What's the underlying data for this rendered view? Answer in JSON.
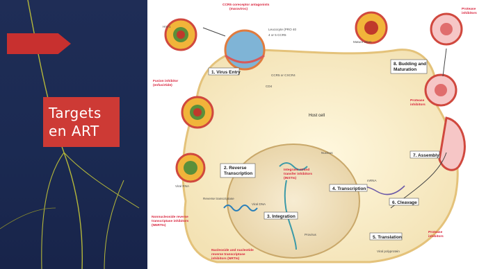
{
  "slide": {
    "title_line1": "Targets",
    "title_line2": "en ART",
    "colors": {
      "left_panel": "#1f2d56",
      "accent_red": "#cd3a35",
      "vine_green": "#b5b83a"
    }
  },
  "diagram": {
    "steps": {
      "s1": "1. Virus Entry",
      "s2a": "2. Reverse",
      "s2b": "Transcription",
      "s3": "3. Integration",
      "s4": "4. Transcription",
      "s5": "5. Translation",
      "s6": "6. Cleavage",
      "s7": "7. Assembly",
      "s8a": "8. Budding and",
      "s8b": "Maturation"
    },
    "labels": {
      "host_cell": "Host cell",
      "nucleus": "Nucleus",
      "ccr5_a": "CCR5 coreceptor antagonists",
      "ccr5_b": "(maraviroc)",
      "leucocyte_a": "Leucocyte (PRO 40",
      "leucocyte_b": "4 or 5 CCR5",
      "fusion_a": "Fusion inhibitor",
      "fusion_b": "(enfuvirtide)",
      "protease_1a": "Protease",
      "protease_1b": "inhibitors",
      "protease_2a": "Protease",
      "protease_2b": "inhibitors",
      "protease_3a": "Protease",
      "protease_3b": "inhibitors",
      "integrase_a": "Integrase strand",
      "integrase_b": "transfer inhibitors",
      "integrase_c": "(INSTIs)",
      "nnrti_a": "Nonnucleoside reverse",
      "nnrti_b": "transcriptase inhibitors",
      "nnrti_c": "(NNRTIs)",
      "nrti_a": "Nucleoside and nucleotide",
      "nrti_b": "reverse transcriptase",
      "nrti_c": "inhibitors (NRTIs)",
      "hiv": "HIV-1",
      "cd4": "CD4",
      "ccr5": "CCR5 or CXCR4",
      "viral_rna": "Viral RNA",
      "viral_dna": "Viral DNA",
      "provirus": "Provirus",
      "mrna": "mRNA",
      "reverse_tx": "Reverse transcriptase",
      "polyprotein": "Viral polyprotein",
      "mature_virion": "Mature virion"
    }
  }
}
